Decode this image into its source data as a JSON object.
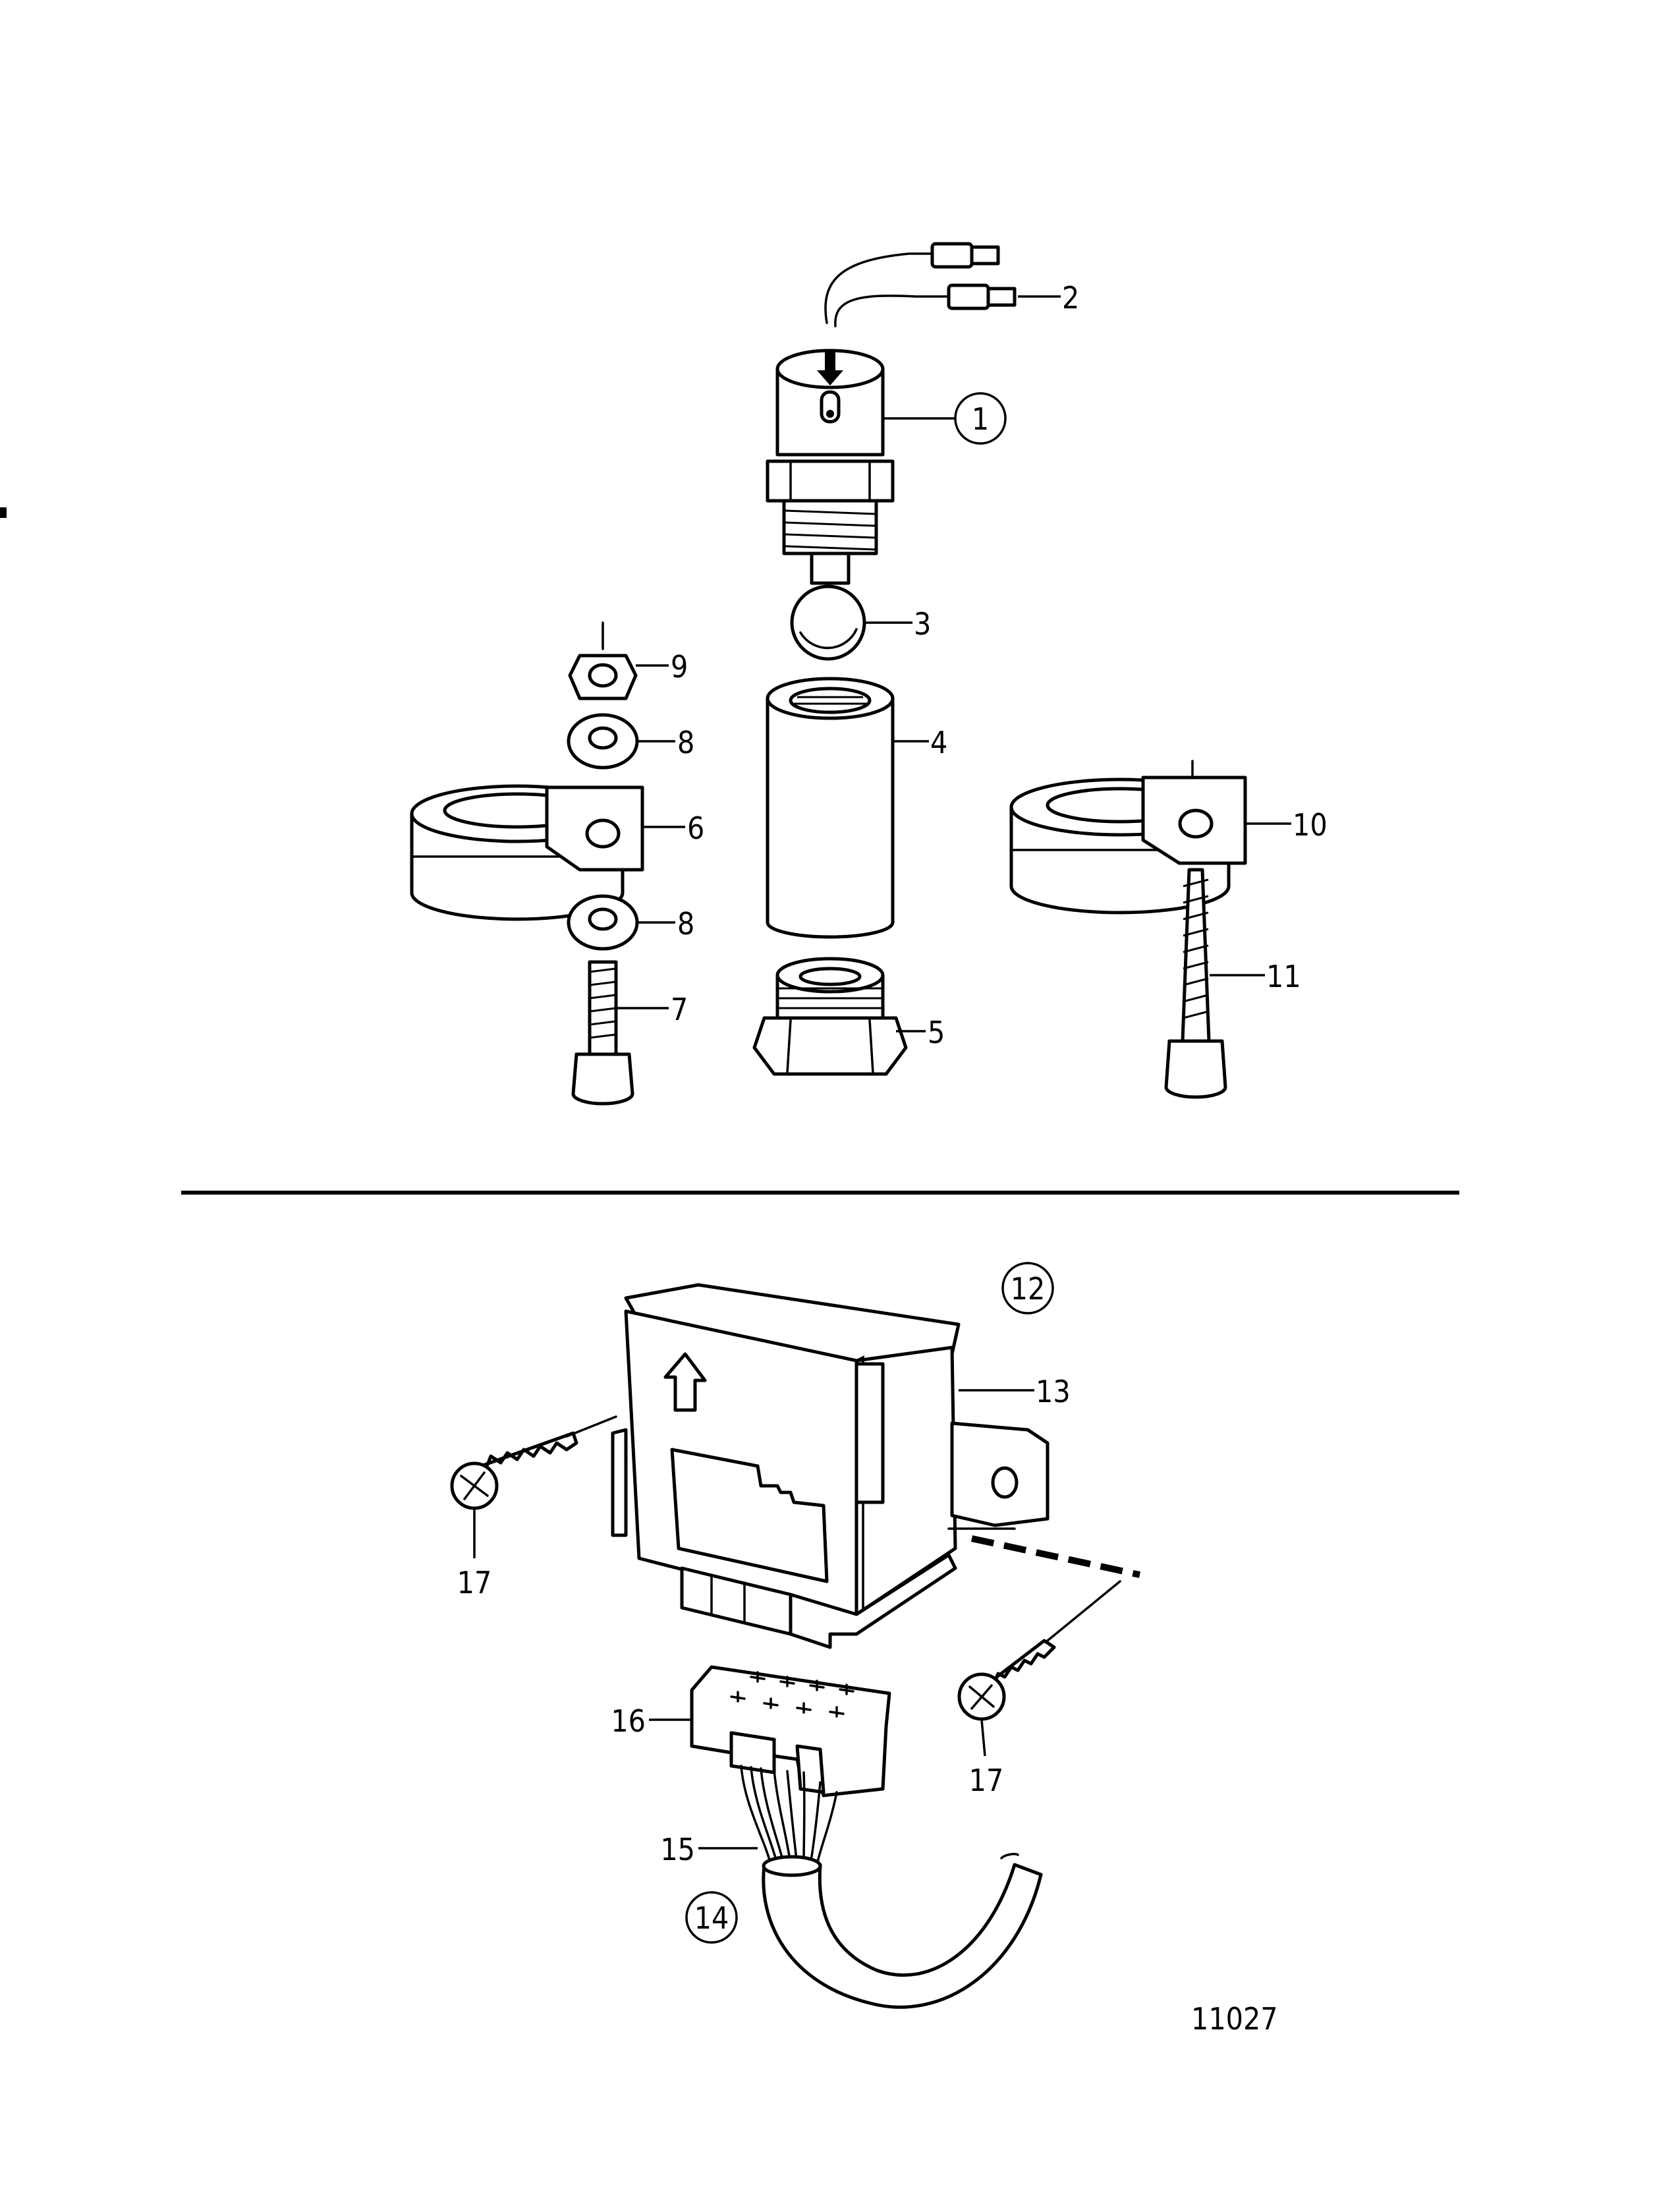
{
  "callouts": {
    "c1": "1",
    "c2": "2",
    "c3": "3",
    "c4": "4",
    "c5": "5",
    "c6": "6",
    "c7": "7",
    "c8a": "8",
    "c8b": "8",
    "c9": "9",
    "c10": "10",
    "c11": "11",
    "c12": "12",
    "c13": "13",
    "c14": "14",
    "c15": "15",
    "c16": "16",
    "c17a": "17",
    "c17b": "17"
  },
  "figure_number": "11027",
  "colors": {
    "ink": "#000000",
    "paper": "#ffffff"
  }
}
